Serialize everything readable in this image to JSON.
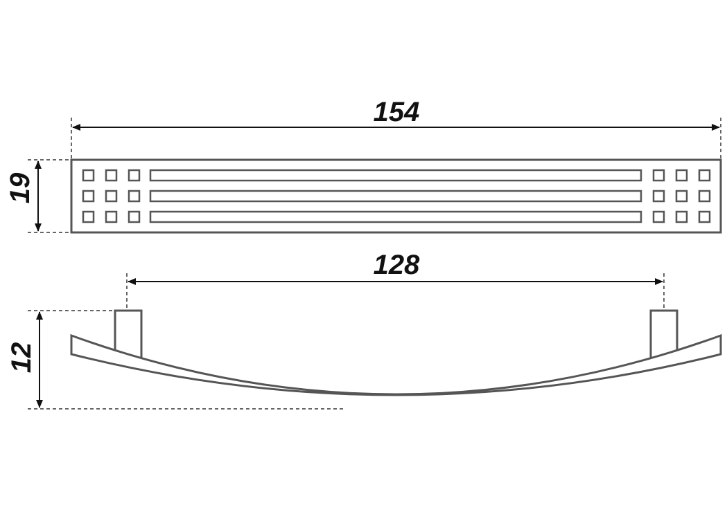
{
  "dimensions": {
    "overall_length": "154",
    "height": "19",
    "hole_spacing": "128",
    "depth": "12"
  },
  "colors": {
    "outline": "#555555",
    "dimension": "#111111",
    "background": "#ffffff"
  }
}
